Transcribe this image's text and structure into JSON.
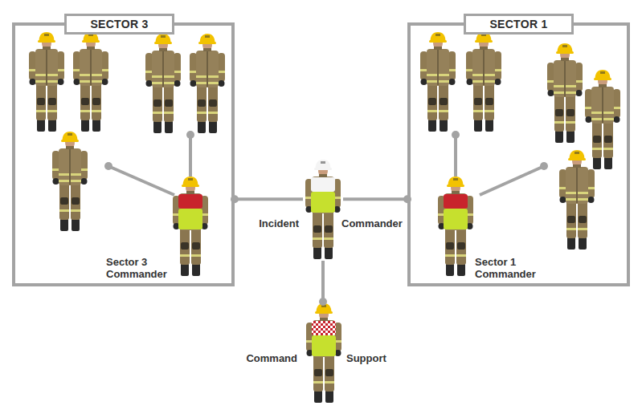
{
  "diagram": {
    "nodes": [
      {
        "text": [
          "SECTOR 3"
        ]
      },
      {
        "text": [
          "Sector 3 Commander"
        ],
        "in": 0
      },
      {
        "text": [
          "Incident",
          "Commander"
        ]
      },
      {
        "text": [
          "SECTOR 1"
        ]
      },
      {
        "text": [
          "Sector 1 Commander"
        ],
        "in": 3
      },
      {
        "text": [
          "Command",
          "Support"
        ]
      }
    ],
    "edges": [
      {
        "from": 2,
        "to": 0,
        "arrow": "none"
      },
      {
        "from": 2,
        "to": 3,
        "arrow": "none"
      },
      {
        "from": 2,
        "to": 5,
        "arrow": "none"
      }
    ]
  }
}
